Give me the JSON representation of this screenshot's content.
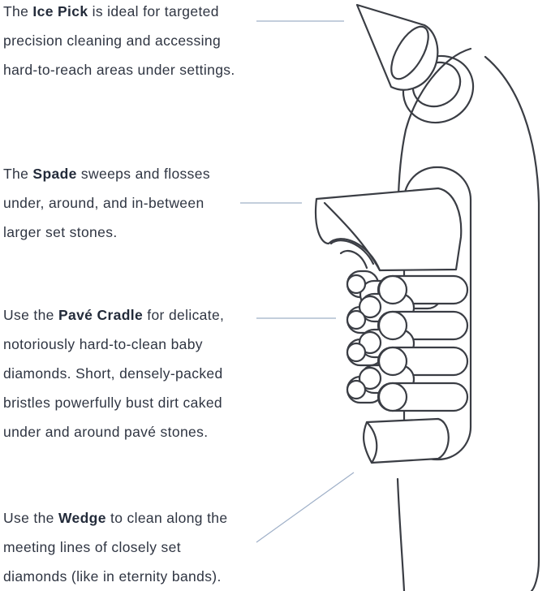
{
  "blocks": [
    {
      "id": "ice-pick",
      "lines": [
        {
          "pre": "The ",
          "bold": "Ice Pick",
          "post": " is ideal for targeted"
        },
        {
          "pre": "precision cleaning and accessing",
          "bold": "",
          "post": ""
        },
        {
          "pre": "hard-to-reach areas under settings.",
          "bold": "",
          "post": ""
        }
      ]
    },
    {
      "id": "spade",
      "lines": [
        {
          "pre": "The ",
          "bold": "Spade",
          "post": " sweeps and flosses"
        },
        {
          "pre": "under, around, and in-between",
          "bold": "",
          "post": ""
        },
        {
          "pre": "larger set stones.",
          "bold": "",
          "post": ""
        }
      ]
    },
    {
      "id": "pave-cradle",
      "lines": [
        {
          "pre": "Use the ",
          "bold": "Pavé Cradle",
          "post": " for delicate,"
        },
        {
          "pre": "notoriously hard-to-clean baby",
          "bold": "",
          "post": ""
        },
        {
          "pre": "diamonds. Short, densely-packed",
          "bold": "",
          "post": ""
        },
        {
          "pre": "bristles powerfully bust dirt caked",
          "bold": "",
          "post": ""
        },
        {
          "pre": "under and around pavé stones.",
          "bold": "",
          "post": ""
        }
      ]
    },
    {
      "id": "wedge",
      "lines": [
        {
          "pre": "Use the ",
          "bold": "Wedge",
          "post": " to clean along the"
        },
        {
          "pre": "meeting lines of closely set",
          "bold": "",
          "post": ""
        },
        {
          "pre": "diamonds (like in eternity bands).",
          "bold": "",
          "post": ""
        }
      ]
    }
  ],
  "colors": {
    "text": "#2f3542",
    "heading": "#232b3a",
    "leader": "#9fb0c8",
    "outline": "#3a3d44"
  }
}
